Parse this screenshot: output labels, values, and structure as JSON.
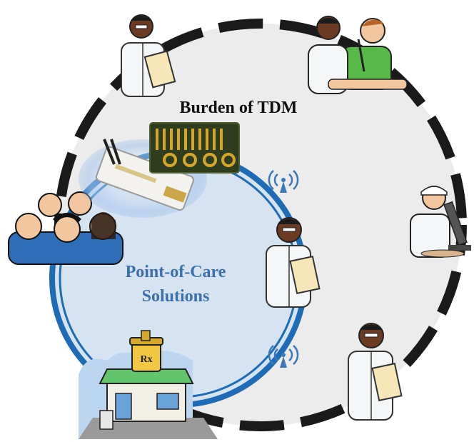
{
  "diagram": {
    "outer_label": "Burden of TDM",
    "inner_label_line1": "Point-of-Care",
    "inner_label_line2": "Solutions",
    "pharmacy_sign": "Rx"
  },
  "colors": {
    "outer_fill": "#ececec",
    "outer_dash": "#1a1a1a",
    "inner_fill": "#d6e3f1",
    "inner_ring": "#1e6cb6",
    "inner_text": "#3c6fad",
    "wireless": "#3a78b9"
  },
  "icons": [
    "doctor-clipboard-icon",
    "nurse-injecting-patient-icon",
    "lab-technician-microscope-icon",
    "doctor-clipboard-icon",
    "doctor-clipboard-icon",
    "patient-group-icon",
    "pharmacy-building-icon",
    "microfluidic-chip-icon",
    "electrode-sensor-array-icon",
    "wireless-signal-icon"
  ]
}
